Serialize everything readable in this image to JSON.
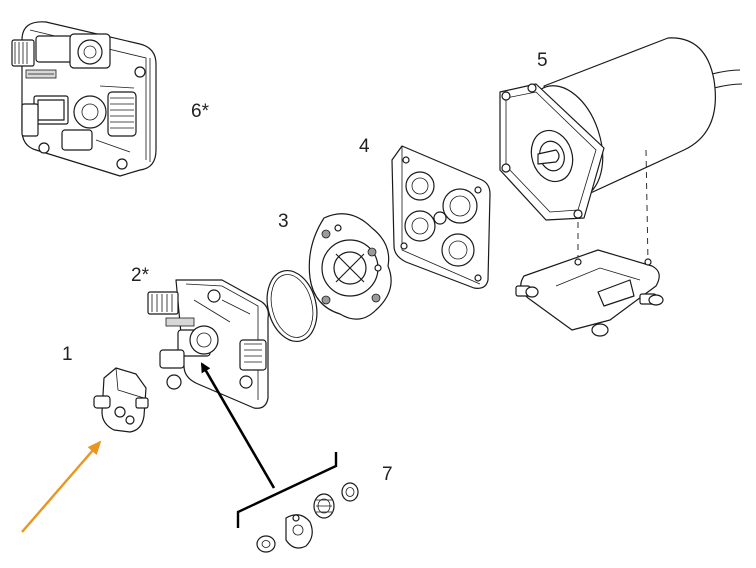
{
  "callouts": {
    "c1": "1",
    "c2": "2*",
    "c3": "3",
    "c4": "4",
    "c5": "5",
    "c6": "6*",
    "c7": "7"
  },
  "colors": {
    "pointer_arrow": "#e8961e",
    "leader_arrow": "#000000",
    "line_art": "#1a1a1a"
  }
}
